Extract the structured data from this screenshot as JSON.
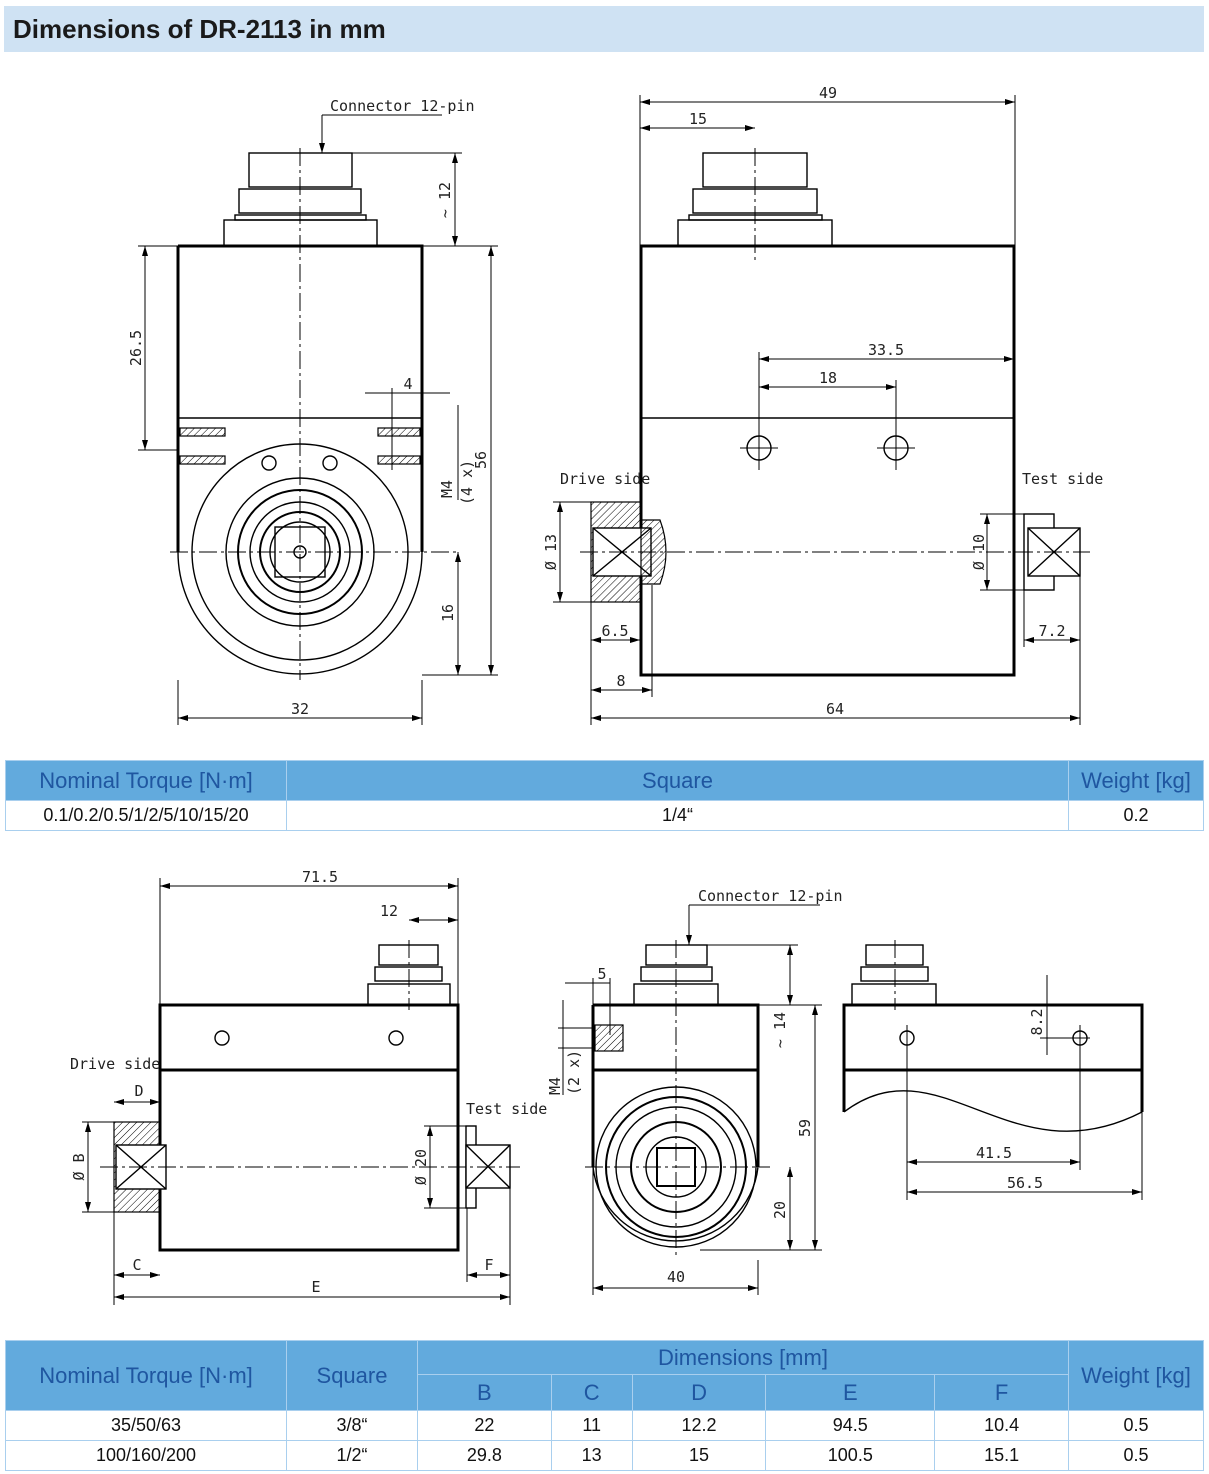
{
  "header": {
    "title": "Dimensions of DR-2113 in mm"
  },
  "drawing_top": {
    "connector": "Connector 12-pin",
    "dim_12": "~ 12",
    "dim_56": "56",
    "dim_26_5": "26.5",
    "dim_16": "16",
    "dim_32": "32",
    "dim_4": "4",
    "thread_m4": "M4",
    "thread_count": "(4 x)",
    "dim_49": "49",
    "dim_15": "15",
    "dim_33_5": "33.5",
    "dim_18": "18",
    "drive_side": "Drive side",
    "test_side": "Test side",
    "dim_d13": "Ø 13",
    "dim_d10": "Ø 10",
    "dim_6_5": "6.5",
    "dim_8": "8",
    "dim_64": "64",
    "dim_7_2": "7.2"
  },
  "table1": {
    "headers": [
      "Nominal Torque [N·m]",
      "Square",
      "Weight [kg]"
    ],
    "rows": [
      [
        "0.1/0.2/0.5/1/2/5/10/15/20",
        "1/4“",
        "0.2"
      ]
    ]
  },
  "drawing_bottom": {
    "dim_71_5": "71.5",
    "dim_12": "12",
    "drive_side": "Drive side",
    "dim_D": "D",
    "dim_B": "Ø B",
    "test_side": "Test side",
    "dim_d20": "Ø 20",
    "dim_C": "C",
    "dim_F": "F",
    "dim_E": "E",
    "connector": "Connector 12-pin",
    "dim_5": "5",
    "dim_14": "~ 14",
    "dim_59": "59",
    "dim_20": "20",
    "dim_40": "40",
    "thread_m4": "M4",
    "thread_count": "(2 x)",
    "dim_8_2": "8.2",
    "dim_41_5": "41.5",
    "dim_56_5": "56.5"
  },
  "table2": {
    "headers": {
      "torque": "Nominal Torque [N·m]",
      "square": "Square",
      "dimensions": "Dimensions [mm]",
      "weight": "Weight [kg]",
      "cols": [
        "B",
        "C",
        "D",
        "E",
        "F"
      ]
    },
    "rows": [
      [
        "35/50/63",
        "3/8“",
        "22",
        "11",
        "12.2",
        "94.5",
        "10.4",
        "0.5"
      ],
      [
        "100/160/200",
        "1/2“",
        "29.8",
        "13",
        "15",
        "100.5",
        "15.1",
        "0.5"
      ]
    ]
  }
}
